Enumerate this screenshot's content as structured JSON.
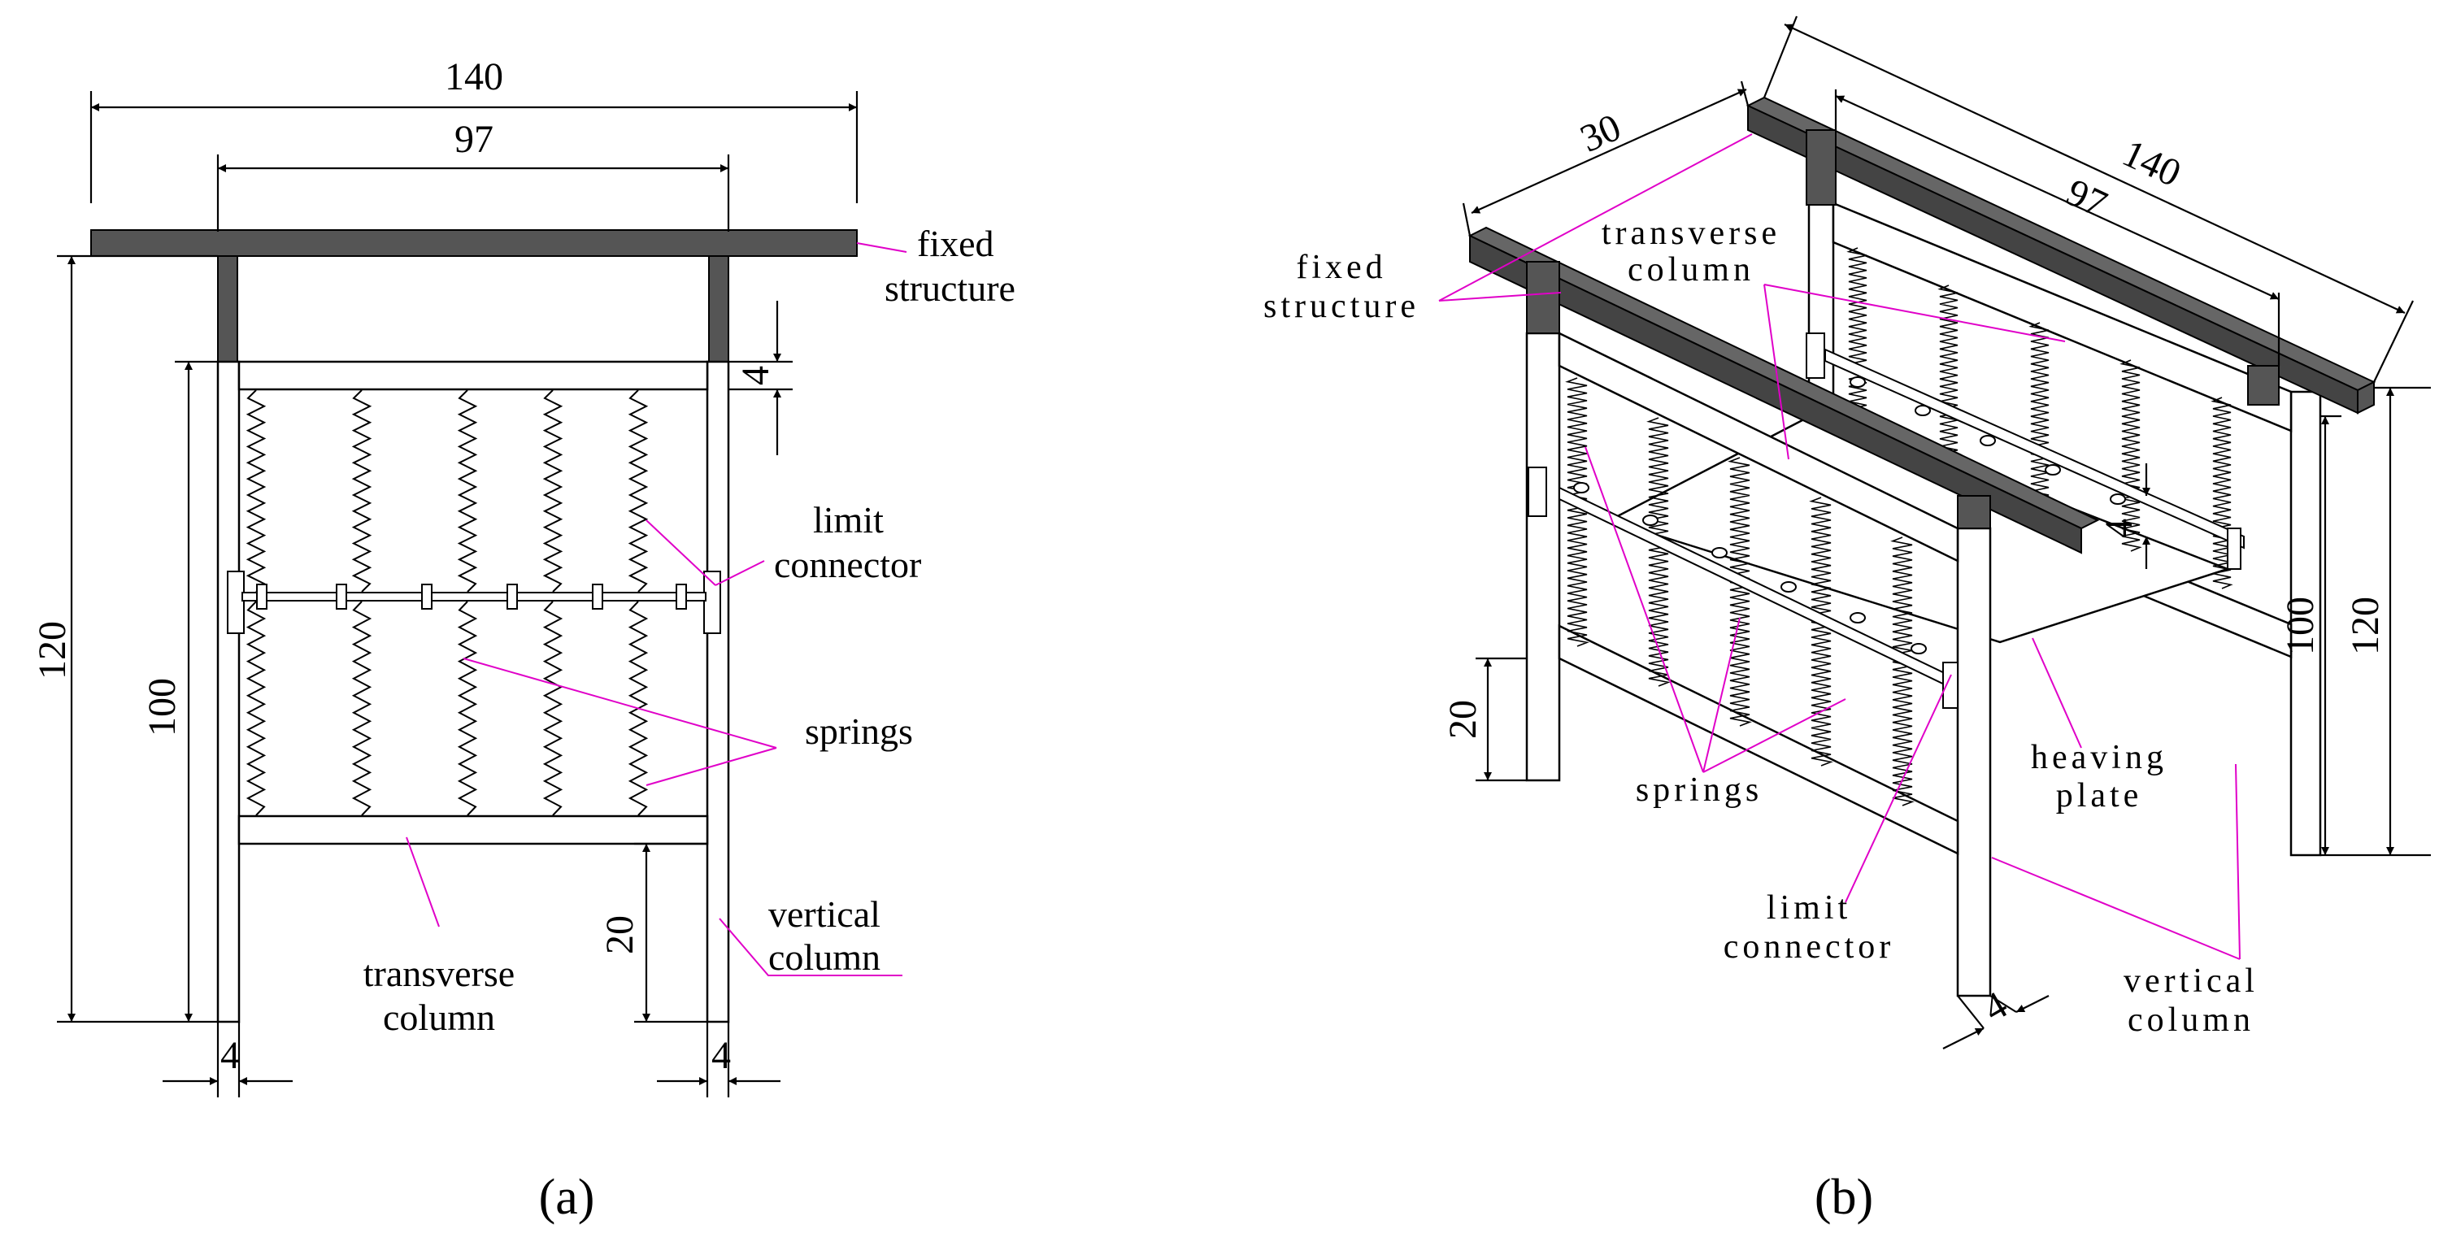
{
  "panel_a": {
    "caption": "(a)",
    "dims": {
      "overall_width": "140",
      "inner_width": "97",
      "overall_height": "120",
      "column_height": "100",
      "frame_gap": "4",
      "lower_gap": "20",
      "left_column_width": "4",
      "right_column_width": "4"
    },
    "labels": {
      "fixed_structure": [
        "fixed",
        "structure"
      ],
      "limit_connector": [
        "limit",
        "connector"
      ],
      "springs": "springs",
      "vertical_column": [
        "vertical",
        "column"
      ],
      "transverse_column": [
        "transverse",
        "column"
      ]
    }
  },
  "panel_b": {
    "caption": "(b)",
    "dims": {
      "depth": "30",
      "overall_length": "140",
      "inner_length": "97",
      "overall_height": "120",
      "column_height": "100",
      "lower_gap": "20",
      "gap": "4",
      "column_width": "4"
    },
    "labels": {
      "fixed_structure": [
        "fixed",
        "structure"
      ],
      "transverse_column": [
        "transverse",
        "column"
      ],
      "springs": "springs",
      "limit_connector": [
        "limit",
        "connector"
      ],
      "heaving_plate": [
        "heaving",
        "plate"
      ],
      "vertical_column": [
        "vertical",
        "column"
      ]
    }
  },
  "colors": {
    "leader": "#e000c8",
    "solid": "#555555",
    "line": "#000000"
  }
}
